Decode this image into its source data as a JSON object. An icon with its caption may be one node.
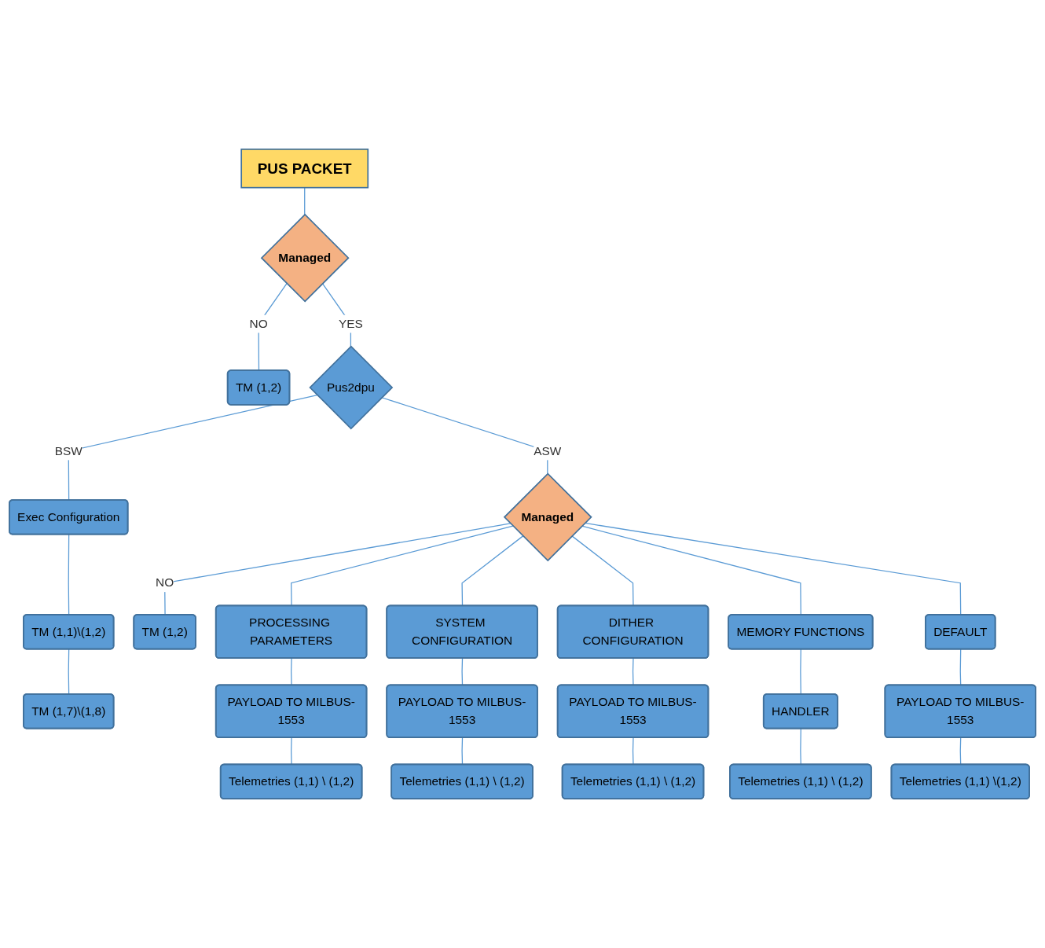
{
  "diagram": {
    "nodes": [
      {
        "text": [
          "PUS PACKET"
        ]
      },
      {
        "text": [
          "Managed"
        ]
      },
      {
        "text": [
          "TM (1,2)"
        ]
      },
      {
        "text": [
          "Pus2dpu"
        ]
      },
      {
        "text": [
          "Exec Configuration"
        ]
      },
      {
        "text": [
          "TM (1,1)\\(1,2)"
        ]
      },
      {
        "text": [
          "TM (1,7)\\(1,8)"
        ]
      },
      {
        "text": [
          "Managed"
        ]
      },
      {
        "text": [
          "TM (1,2)"
        ]
      },
      {
        "text": [
          "PROCESSING PARAMETERS"
        ]
      },
      {
        "text": [
          "SYSTEM CONFIGURATION"
        ]
      },
      {
        "text": [
          "DITHER CONFIGURATION"
        ]
      },
      {
        "text": [
          "MEMORY FUNCTIONS"
        ]
      },
      {
        "text": [
          "DEFAULT"
        ]
      },
      {
        "text": [
          "PAYLOAD TO MILBUS-1553"
        ]
      },
      {
        "text": [
          "PAYLOAD TO MILBUS-1553"
        ]
      },
      {
        "text": [
          "PAYLOAD TO MILBUS-1553"
        ]
      },
      {
        "text": [
          "HANDLER"
        ]
      },
      {
        "text": [
          "PAYLOAD TO MILBUS-1553"
        ]
      },
      {
        "text": [
          "Telemetries (1,1) \\ (1,2)"
        ]
      },
      {
        "text": [
          "Telemetries (1,1) \\ (1,2)"
        ]
      },
      {
        "text": [
          "Telemetries (1,1) \\ (1,2)"
        ]
      },
      {
        "text": [
          "Telemetries (1,1) \\ (1,2)"
        ]
      },
      {
        "text": [
          "Telemetries (1,1) \\(1,2)"
        ]
      }
    ],
    "edges": [
      {
        "from": 0,
        "to": 1,
        "arrow": "none"
      },
      {
        "from": 1,
        "to": 2,
        "arrow": "none",
        "label": "NO"
      },
      {
        "from": 1,
        "to": 3,
        "arrow": "none",
        "label": "YES"
      },
      {
        "from": 3,
        "to": 4,
        "arrow": "none",
        "label": "BSW"
      },
      {
        "from": 4,
        "to": 5,
        "arrow": "none"
      },
      {
        "from": 5,
        "to": 6,
        "arrow": "none"
      },
      {
        "from": 3,
        "to": 7,
        "arrow": "none",
        "label": "ASW"
      },
      {
        "from": 7,
        "to": 8,
        "arrow": "none",
        "label": "NO"
      },
      {
        "from": 7,
        "to": 9,
        "arrow": "none"
      },
      {
        "from": 7,
        "to": 10,
        "arrow": "none"
      },
      {
        "from": 7,
        "to": 11,
        "arrow": "none"
      },
      {
        "from": 7,
        "to": 12,
        "arrow": "none"
      },
      {
        "from": 7,
        "to": 13,
        "arrow": "none"
      },
      {
        "from": 9,
        "to": 14,
        "arrow": "none"
      },
      {
        "from": 10,
        "to": 15,
        "arrow": "none"
      },
      {
        "from": 11,
        "to": 16,
        "arrow": "none"
      },
      {
        "from": 12,
        "to": 17,
        "arrow": "none"
      },
      {
        "from": 13,
        "to": 18,
        "arrow": "none"
      },
      {
        "from": 14,
        "to": 19,
        "arrow": "none"
      },
      {
        "from": 15,
        "to": 20,
        "arrow": "none"
      },
      {
        "from": 16,
        "to": 21,
        "arrow": "none"
      },
      {
        "from": 17,
        "to": 22,
        "arrow": "none"
      },
      {
        "from": 18,
        "to": 23,
        "arrow": "none"
      }
    ]
  }
}
